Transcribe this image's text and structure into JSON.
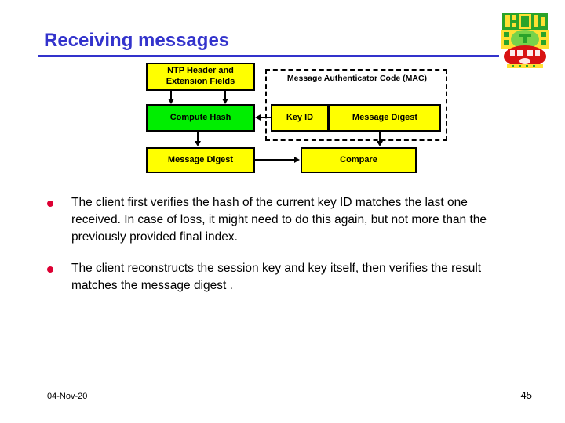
{
  "slide": {
    "title": "Receiving messages",
    "title_color": "#3333cc",
    "background": "#ffffff"
  },
  "logo": {
    "name": "mayan-glyph-logo",
    "colors": [
      "#33aa33",
      "#ffdd22",
      "#dd1111",
      "#88dd55"
    ]
  },
  "diagram": {
    "type": "flow-diagram",
    "boxes": [
      {
        "id": "ntp_header",
        "label": "NTP Header and Extension Fields",
        "fill": "#ffff00"
      },
      {
        "id": "compute_hash",
        "label": "Compute Hash",
        "fill": "#00ee00"
      },
      {
        "id": "message_digest_left",
        "label": "Message Digest",
        "fill": "#ffff00"
      },
      {
        "id": "key_id",
        "label": "Key ID",
        "fill": "#ffff00"
      },
      {
        "id": "message_digest_right",
        "label": "Message Digest",
        "fill": "#ffff00"
      },
      {
        "id": "compare",
        "label": "Compare",
        "fill": "#ffff00"
      }
    ],
    "group_label": "Message Authenticator Code (MAC)",
    "arrows": [
      {
        "from": "ntp_header",
        "to": "compute_hash",
        "direction": "down"
      },
      {
        "from": "ntp_header",
        "to": "compute_hash",
        "direction": "down"
      },
      {
        "from": "compute_hash",
        "to": "message_digest_left",
        "direction": "down"
      },
      {
        "from": "key_id",
        "to": "compute_hash",
        "direction": "left"
      },
      {
        "from": "message_digest_right",
        "to": "compare",
        "direction": "down"
      },
      {
        "from": "message_digest_left",
        "to": "compare",
        "direction": "right"
      }
    ]
  },
  "bullets": [
    {
      "marker": "bullet-dot",
      "text": "The client first verifies the hash of the current key ID matches the last one received. In case of loss, it might need to do this again, but not more than the previously provided final index."
    },
    {
      "marker": "bullet-dot",
      "text": "The client reconstructs the session key and key itself, then verifies the result matches the message digest ."
    }
  ],
  "footer": {
    "date": "04-Nov-20",
    "page_number": "45"
  }
}
